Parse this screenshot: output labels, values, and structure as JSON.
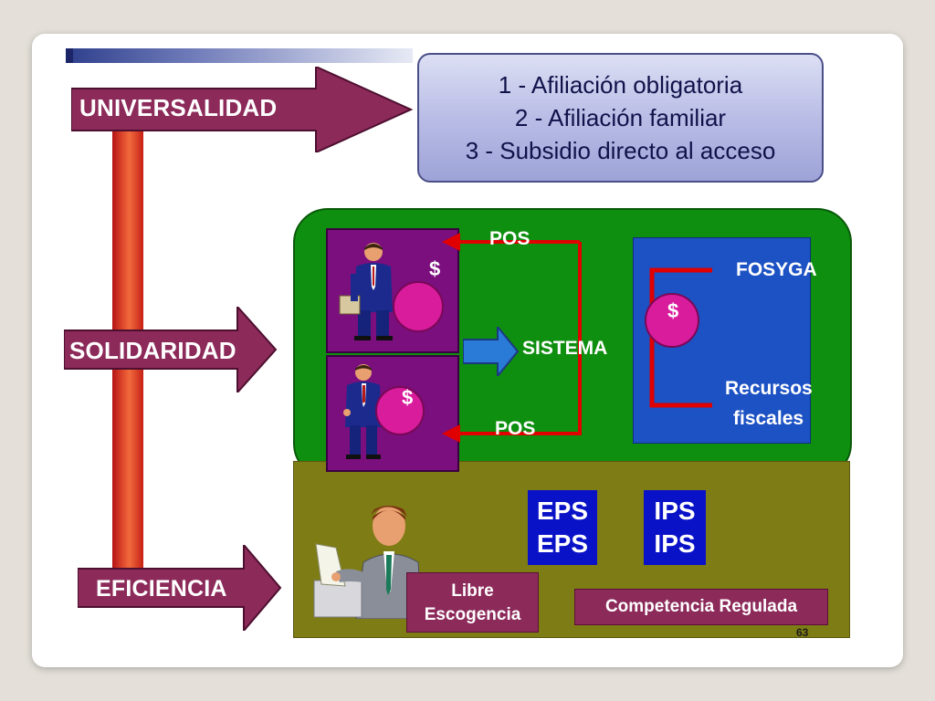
{
  "labels": {
    "universalidad": "UNIVERSALIDAD",
    "solidaridad": "SOLIDARIDAD",
    "eficiencia": "EFICIENCIA"
  },
  "infobox": {
    "lines": [
      "1 - Afiliación obligatoria",
      "2 - Afiliación familiar",
      "3 - Subsidio directo al acceso"
    ]
  },
  "green_panel": {
    "pos_top": "POS",
    "pos_bottom": "POS",
    "sistema": "SISTEMA",
    "dollar1": "$",
    "dollar2": "$",
    "dollar3": "$",
    "fosyga": "FOSYGA",
    "recursos_line1": "Recursos",
    "recursos_line2": "fiscales"
  },
  "olive_panel": {
    "eps1": "EPS",
    "eps2": "EPS",
    "ips1": "IPS",
    "ips2": "IPS",
    "libre_line1": "Libre",
    "libre_line2": "Escogencia",
    "competencia": "Competencia Regulada"
  },
  "page_number": "63",
  "colors": {
    "label_magenta": "#8c2a5a",
    "pillar_red": "#d0301e",
    "green": "#0f8f0f",
    "olive": "#7e7c15",
    "purple": "#7a0f7d",
    "blue_panel": "#1d52c4",
    "eps_blue": "#0a12c8",
    "arrow_red": "#e00000"
  }
}
